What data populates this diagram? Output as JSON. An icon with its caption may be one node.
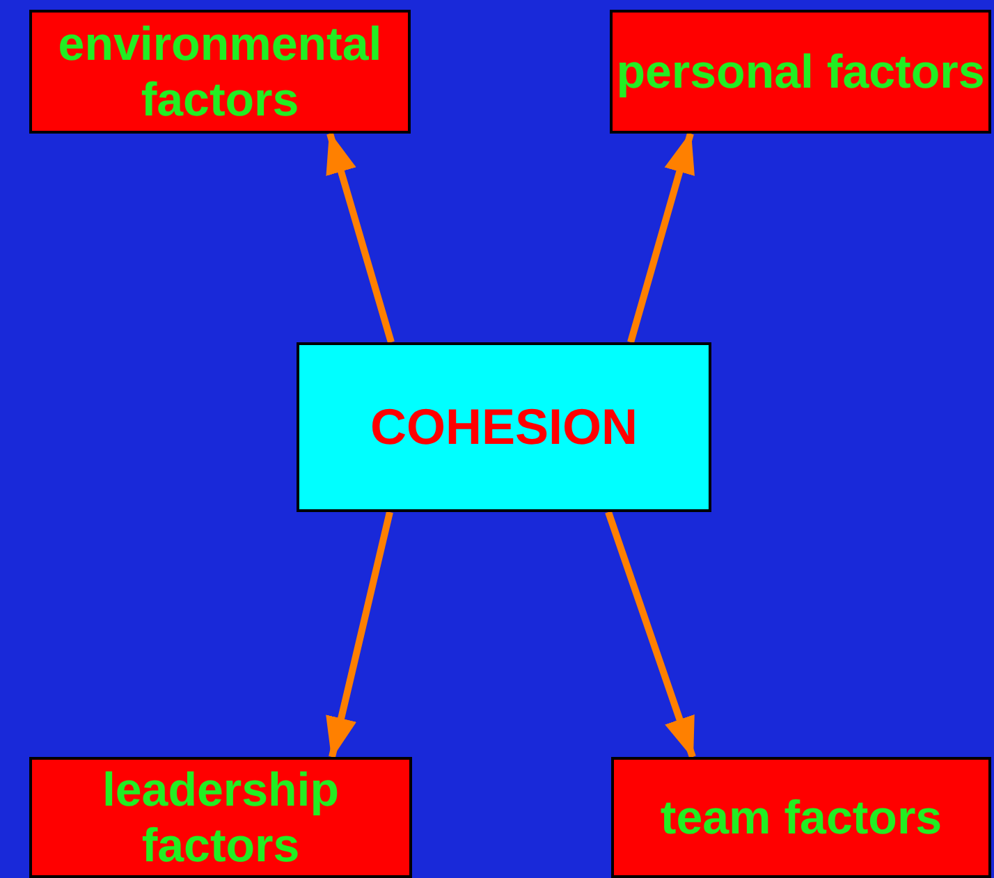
{
  "diagram": {
    "nodes": [
      {
        "text": [
          "environmental factors"
        ]
      },
      {
        "text": [
          "personal factors"
        ]
      },
      {
        "text": [
          "COHESION"
        ]
      },
      {
        "text": [
          "leadership factors"
        ]
      },
      {
        "text": [
          "team factors"
        ]
      }
    ],
    "edges": [
      {
        "from": 2,
        "to": 0,
        "arrow": "to"
      },
      {
        "from": 2,
        "to": 1,
        "arrow": "to"
      },
      {
        "from": 2,
        "to": 3,
        "arrow": "to"
      },
      {
        "from": 2,
        "to": 4,
        "arrow": "to"
      }
    ]
  }
}
